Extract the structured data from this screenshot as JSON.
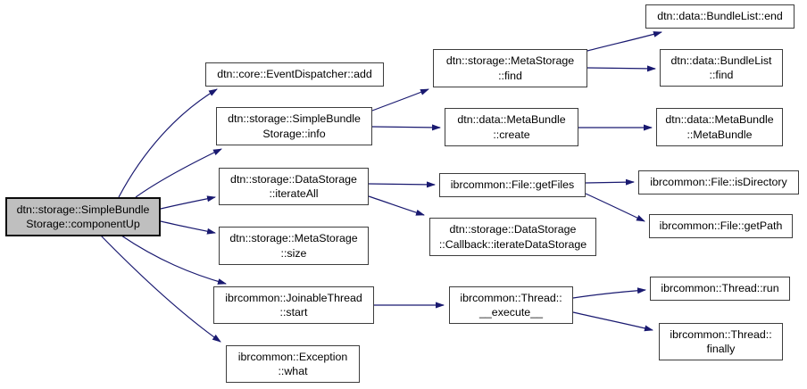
{
  "diagram_type": "call-graph",
  "colors": {
    "edge": "#191970",
    "root_fill": "#bfbfbf",
    "node_fill": "#ffffff",
    "node_border": "#3d3d3d",
    "root_border": "#0a0a0a",
    "text": "#000000"
  },
  "nodes": [
    {
      "id": "componentUp",
      "label": "dtn::storage::SimpleBundle\nStorage::componentUp"
    },
    {
      "id": "EventDispatcher_add",
      "label": "dtn::core::EventDispatcher::add"
    },
    {
      "id": "SimpleBundleStorage_info",
      "label": "dtn::storage::SimpleBundle\nStorage::info"
    },
    {
      "id": "DataStorage_iterateAll",
      "label": "dtn::storage::DataStorage\n::iterateAll"
    },
    {
      "id": "MetaStorage_size",
      "label": "dtn::storage::MetaStorage\n::size"
    },
    {
      "id": "JoinableThread_start",
      "label": "ibrcommon::JoinableThread\n::start"
    },
    {
      "id": "Exception_what",
      "label": "ibrcommon::Exception\n::what"
    },
    {
      "id": "MetaStorage_find",
      "label": "dtn::storage::MetaStorage\n::find"
    },
    {
      "id": "MetaBundle_create",
      "label": "dtn::data::MetaBundle\n::create"
    },
    {
      "id": "File_getFiles",
      "label": "ibrcommon::File::getFiles"
    },
    {
      "id": "Callback_iterateDataStorage",
      "label": "dtn::storage::DataStorage\n::Callback::iterateDataStorage"
    },
    {
      "id": "Thread_execute",
      "label": "ibrcommon::Thread::\n__execute__"
    },
    {
      "id": "BundleList_end",
      "label": "dtn::data::BundleList::end"
    },
    {
      "id": "BundleList_find",
      "label": "dtn::data::BundleList\n::find"
    },
    {
      "id": "MetaBundle_MetaBundle",
      "label": "dtn::data::MetaBundle\n::MetaBundle"
    },
    {
      "id": "File_isDirectory",
      "label": "ibrcommon::File::isDirectory"
    },
    {
      "id": "File_getPath",
      "label": "ibrcommon::File::getPath"
    },
    {
      "id": "Thread_run",
      "label": "ibrcommon::Thread::run"
    },
    {
      "id": "Thread_finally",
      "label": "ibrcommon::Thread::\nfinally"
    }
  ],
  "edges": [
    {
      "from": "componentUp",
      "to": "EventDispatcher_add"
    },
    {
      "from": "componentUp",
      "to": "SimpleBundleStorage_info"
    },
    {
      "from": "componentUp",
      "to": "DataStorage_iterateAll"
    },
    {
      "from": "componentUp",
      "to": "MetaStorage_size"
    },
    {
      "from": "componentUp",
      "to": "JoinableThread_start"
    },
    {
      "from": "componentUp",
      "to": "Exception_what"
    },
    {
      "from": "SimpleBundleStorage_info",
      "to": "MetaStorage_find"
    },
    {
      "from": "SimpleBundleStorage_info",
      "to": "MetaBundle_create"
    },
    {
      "from": "DataStorage_iterateAll",
      "to": "File_getFiles"
    },
    {
      "from": "DataStorage_iterateAll",
      "to": "Callback_iterateDataStorage"
    },
    {
      "from": "MetaStorage_find",
      "to": "BundleList_end"
    },
    {
      "from": "MetaStorage_find",
      "to": "BundleList_find"
    },
    {
      "from": "MetaBundle_create",
      "to": "MetaBundle_MetaBundle"
    },
    {
      "from": "File_getFiles",
      "to": "File_isDirectory"
    },
    {
      "from": "File_getFiles",
      "to": "File_getPath"
    },
    {
      "from": "JoinableThread_start",
      "to": "Thread_execute"
    },
    {
      "from": "Thread_execute",
      "to": "Thread_run"
    },
    {
      "from": "Thread_execute",
      "to": "Thread_finally"
    }
  ]
}
